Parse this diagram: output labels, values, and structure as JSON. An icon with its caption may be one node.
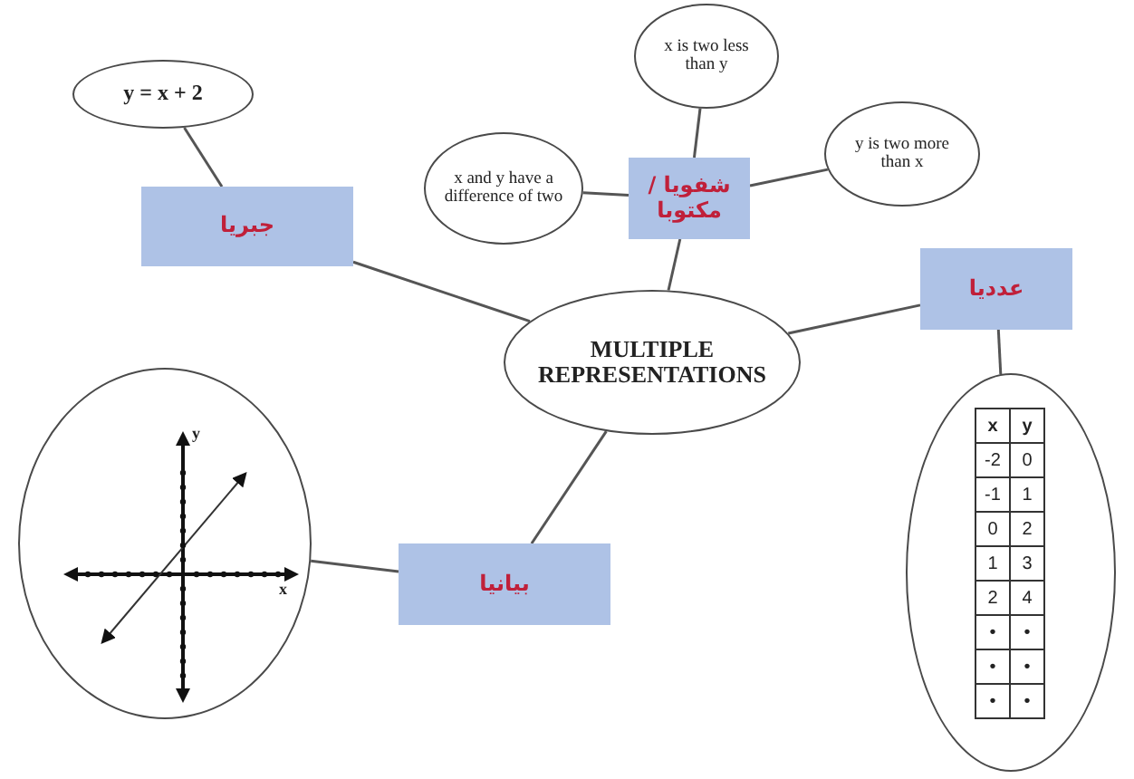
{
  "diagram": {
    "nodes": [
      {
        "text": [
          "MULTIPLE REPRESENTATIONS"
        ]
      },
      {
        "text": [
          "y = x + 2"
        ]
      },
      {
        "text": [
          "جبريا"
        ]
      },
      {
        "text": [
          "x and y have a difference of two"
        ]
      },
      {
        "text": [
          "x is two less than y"
        ]
      },
      {
        "text": [
          "شفويا / مكتوبا"
        ]
      },
      {
        "text": [
          "y is two more than x"
        ]
      },
      {
        "text": [
          "عدديا"
        ]
      },
      {
        "text": [],
        "shape": "circle"
      },
      {
        "text": [
          "بيانيا"
        ]
      },
      {
        "text": [],
        "shape": "circle"
      }
    ],
    "edges": [
      {
        "from": 1,
        "to": 2,
        "arrow": "none"
      },
      {
        "from": 2,
        "to": 0,
        "arrow": "none"
      },
      {
        "from": 3,
        "to": 5,
        "arrow": "none"
      },
      {
        "from": 4,
        "to": 5,
        "arrow": "none"
      },
      {
        "from": 6,
        "to": 5,
        "arrow": "none"
      },
      {
        "from": 5,
        "to": 0,
        "arrow": "none"
      },
      {
        "from": 0,
        "to": 7,
        "arrow": "none"
      },
      {
        "from": 7,
        "to": 10,
        "arrow": "none"
      },
      {
        "from": 0,
        "to": 9,
        "arrow": "none"
      },
      {
        "from": 9,
        "to": 8,
        "arrow": "none"
      }
    ],
    "labels": [
      "y",
      "x",
      "x",
      "y",
      "-2",
      "0",
      "-1",
      "1",
      "0",
      "2",
      "1",
      "3",
      "2",
      "4",
      "•",
      "•",
      "•",
      "•",
      "•",
      "•"
    ]
  }
}
